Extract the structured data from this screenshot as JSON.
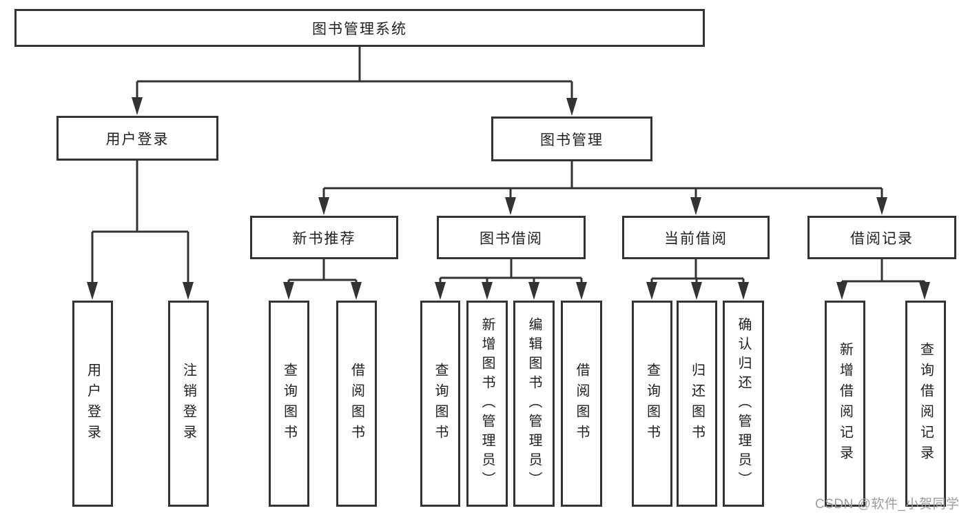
{
  "colors": {
    "line": "#333333",
    "node_border": "#333333",
    "node_background": "#ffffff",
    "text": "#1f1f1f",
    "watermark": "#9c9c9c"
  },
  "watermark": {
    "text": "CSDN @软件_小贺同学"
  },
  "root": {
    "label": "图书管理系统",
    "children": [
      {
        "label": "用户登录",
        "children": [
          {
            "label": "用户登录"
          },
          {
            "label": "注销登录"
          }
        ]
      },
      {
        "label": "图书管理",
        "children": [
          {
            "label": "新书推荐",
            "children": [
              {
                "label": "查询图书"
              },
              {
                "label": "借阅图书"
              }
            ]
          },
          {
            "label": "图书借阅",
            "children": [
              {
                "label": "查询图书"
              },
              {
                "label": "新增图书（管理员）"
              },
              {
                "label": "编辑图书（管理员）"
              },
              {
                "label": "借阅图书"
              }
            ]
          },
          {
            "label": "当前借阅",
            "children": [
              {
                "label": "查询图书"
              },
              {
                "label": "归还图书"
              },
              {
                "label": "确认归还（管理员）"
              }
            ]
          },
          {
            "label": "借阅记录",
            "children": [
              {
                "label": "新增借阅记录"
              },
              {
                "label": "查询借阅记录"
              }
            ]
          }
        ]
      }
    ]
  }
}
